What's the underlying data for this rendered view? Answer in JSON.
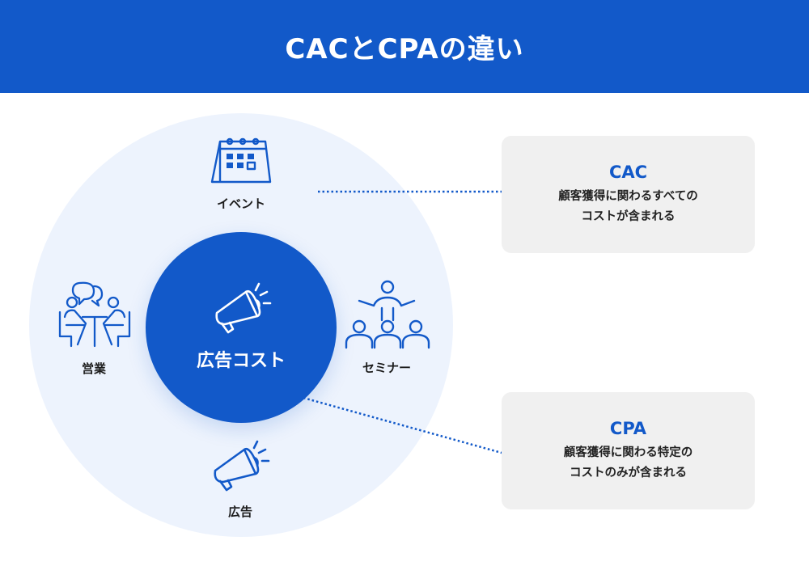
{
  "title": "CACとCPAの違い",
  "center": {
    "label": "広告コスト"
  },
  "items": [
    {
      "label": "イベント",
      "icon": "calendar-icon"
    },
    {
      "label": "営業",
      "icon": "meeting-icon"
    },
    {
      "label": "セミナー",
      "icon": "seminar-icon"
    },
    {
      "label": "広告",
      "icon": "megaphone-icon"
    }
  ],
  "cards": [
    {
      "title": "CAC",
      "line1": "顧客獲得に関わるすべての",
      "line2": "コストが含まれる"
    },
    {
      "title": "CPA",
      "line1": "顧客獲得に関わる特定の",
      "line2": "コストのみが含まれる"
    }
  ],
  "colors": {
    "primary": "#1259c9",
    "circle_bg": "#edf3fd",
    "card_bg": "#f0f0f0"
  }
}
